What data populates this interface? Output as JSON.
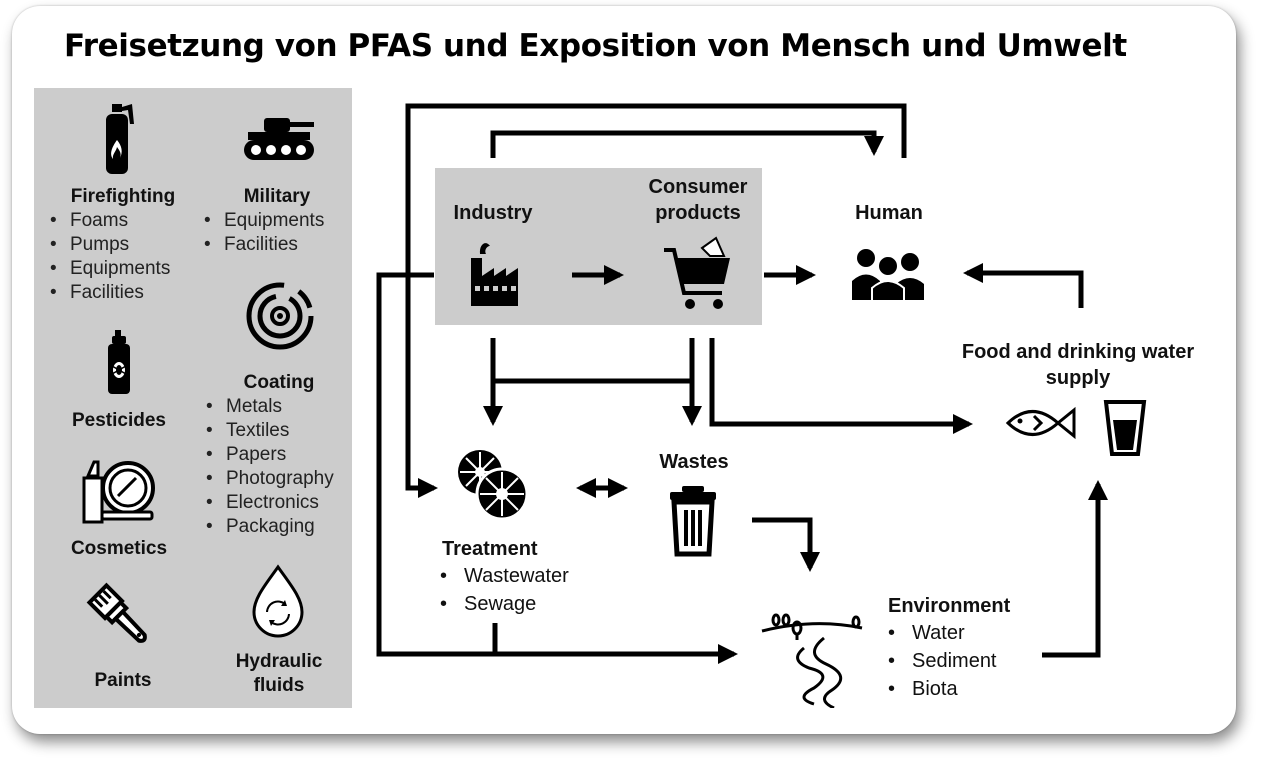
{
  "title": "Freisetzung von PFAS und Exposition von Mensch und Umwelt",
  "sources": [
    {
      "name": "Firefighting",
      "items": [
        "Foams",
        "Pumps",
        "Equipments",
        "Facilities"
      ],
      "icon": "fire-extinguisher-icon"
    },
    {
      "name": "Military",
      "items": [
        "Equipments",
        "Facilities"
      ],
      "icon": "tank-icon"
    },
    {
      "name": "Pesticides",
      "items": [],
      "icon": "spray-can-icon"
    },
    {
      "name": "Coating",
      "items": [
        "Metals",
        "Textiles",
        "Papers",
        "Photography",
        "Electronics",
        "Packaging"
      ],
      "icon": "coating-circles-icon"
    },
    {
      "name": "Cosmetics",
      "items": [],
      "icon": "lipstick-mirror-icon"
    },
    {
      "name": "Paints",
      "items": [],
      "icon": "paintbrush-icon"
    },
    {
      "name": "Hydraulic fluids",
      "items": [],
      "icon": "droplet-icon"
    }
  ],
  "flow": {
    "industry": "Industry",
    "consumer_products": "Consumer products",
    "human": "Human",
    "food_water": "Food and drinking water supply",
    "wastes": "Wastes",
    "treatment": {
      "name": "Treatment",
      "items": [
        "Wastewater",
        "Sewage"
      ]
    },
    "environment": {
      "name": "Environment",
      "items": [
        "Water",
        "Sediment",
        "Biota"
      ]
    }
  },
  "colors": {
    "panel": "#cccccc",
    "highlight_box": "#cccccc",
    "ink": "#000000"
  }
}
